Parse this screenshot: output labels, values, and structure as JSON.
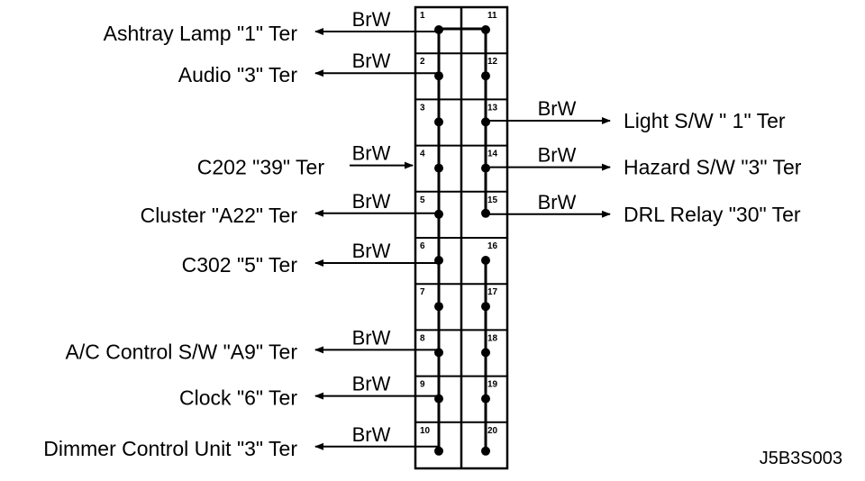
{
  "diagram_code": "J5B3S003",
  "wire_color": "BrW",
  "left_pins": [
    "1",
    "2",
    "3",
    "4",
    "5",
    "6",
    "7",
    "8",
    "9",
    "10"
  ],
  "right_pins": [
    "11",
    "12",
    "13",
    "14",
    "15",
    "16",
    "17",
    "18",
    "19",
    "20"
  ],
  "left_connections": [
    {
      "pin": "1",
      "label": "Ashtray Lamp  \"1\" Ter",
      "wire": "BrW",
      "direction": "out"
    },
    {
      "pin": "2",
      "label": "Audio \"3\" Ter",
      "wire": "BrW",
      "direction": "out"
    },
    {
      "pin": "4",
      "label": "C202  \"39\" Ter",
      "wire": "BrW",
      "direction": "in"
    },
    {
      "pin": "5",
      "label": "Cluster  \"A22\" Ter",
      "wire": "BrW",
      "direction": "out"
    },
    {
      "pin": "6",
      "label": "C302 \"5\" Ter",
      "wire": "BrW",
      "direction": "out"
    },
    {
      "pin": "8",
      "label": "A/C Control S/W  \"A9\" Ter",
      "wire": "BrW",
      "direction": "out"
    },
    {
      "pin": "9",
      "label": "Clock  \"6\" Ter",
      "wire": "BrW",
      "direction": "out"
    },
    {
      "pin": "10",
      "label": "Dimmer Control Unit  \"3\" Ter",
      "wire": "BrW",
      "direction": "out"
    }
  ],
  "right_connections": [
    {
      "pin": "13",
      "label": "Light S/W  \" 1\" Ter",
      "wire": "BrW",
      "direction": "out"
    },
    {
      "pin": "14",
      "label": "Hazard S/W  \"3\" Ter",
      "wire": "BrW",
      "direction": "out"
    },
    {
      "pin": "15",
      "label": "DRL Relay \"30\" Ter",
      "wire": "BrW",
      "direction": "out"
    }
  ]
}
